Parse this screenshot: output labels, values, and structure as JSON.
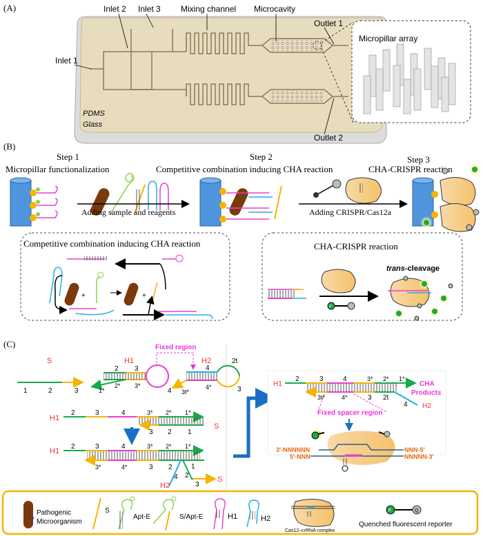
{
  "panel_a": {
    "label": "(A)",
    "inlet1": "Inlet 1",
    "inlet2": "Inlet 2",
    "inlet3": "Inlet 3",
    "mixing_channel": "Mixing channel",
    "microcavity": "Microcavity",
    "outlet1": "Outlet 1",
    "outlet2": "Outlet 2",
    "micropillar_array": "Micropillar array",
    "pdms": "PDMS",
    "glass": "Glass"
  },
  "panel_b": {
    "label": "(B)",
    "step1": "Step 1",
    "step1_title": "Micropillar functionalization",
    "step2": "Step 2",
    "step2_title": "Competitive combination inducing CHA reaction",
    "step3": "Step 3",
    "step3_title": "CHA-CRISPR reaction",
    "arrow1": "Adding sample and reagents",
    "arrow2": "Adding CRISPR/Cas12a",
    "box_left_title": "Competitive combination inducing CHA reaction",
    "box_right_title": "CHA-CRISPR reaction",
    "trans_prefix": "trans",
    "trans_suffix": "-cleavage",
    "plus": "+",
    "f": "F",
    "q": "Q"
  },
  "panel_c": {
    "label": "(C)",
    "s": "S",
    "h1": "H1",
    "h2": "H2",
    "fixed_region": "Fixed region",
    "fixed_spacer_region": "Fixed spacer region",
    "cha_products_1": "CHA",
    "cha_products_2": "Products",
    "d1": "1",
    "d2": "2",
    "d3": "3",
    "d4": "4",
    "d1s": "1*",
    "d2s": "2*",
    "d3s": "3*",
    "d4s": "4*",
    "d2t": "2t",
    "d3ts": "3t*",
    "seq_top_left": "3'-NNNNNN",
    "seq_top_right": "NNN-5'",
    "seq_bot_left": "5'-NNN",
    "seq_bot_right": "NNNNN-3'"
  },
  "legend": {
    "pathogen": "Pathogenic Microorganism",
    "pathogen_1": "Pathogenic",
    "pathogen_2": "Microorganism",
    "s": "S",
    "apt_e": "Apt-E",
    "s_apt_e": "S/Apt-E",
    "h1": "H1",
    "h2": "H2",
    "cas12": "Cas12–crRNA complex",
    "reporter": "Quenched fluorescent reporter",
    "f": "F",
    "q": "Q"
  },
  "colors": {
    "strand_green": "#1aa84a",
    "strand_yellow": "#f5b400",
    "strand_magenta": "#e83ecf",
    "strand_blue": "#22aee8",
    "label_red": "#ff2a2a",
    "fixed_magenta": "#ee33dd",
    "arrow_blue": "#1a6fc4",
    "legend_border": "#f5b400",
    "pathogen_brown": "#7a3a0c",
    "fluor_green": "#1aa84a",
    "chip_beige": "#e8dcbf"
  }
}
